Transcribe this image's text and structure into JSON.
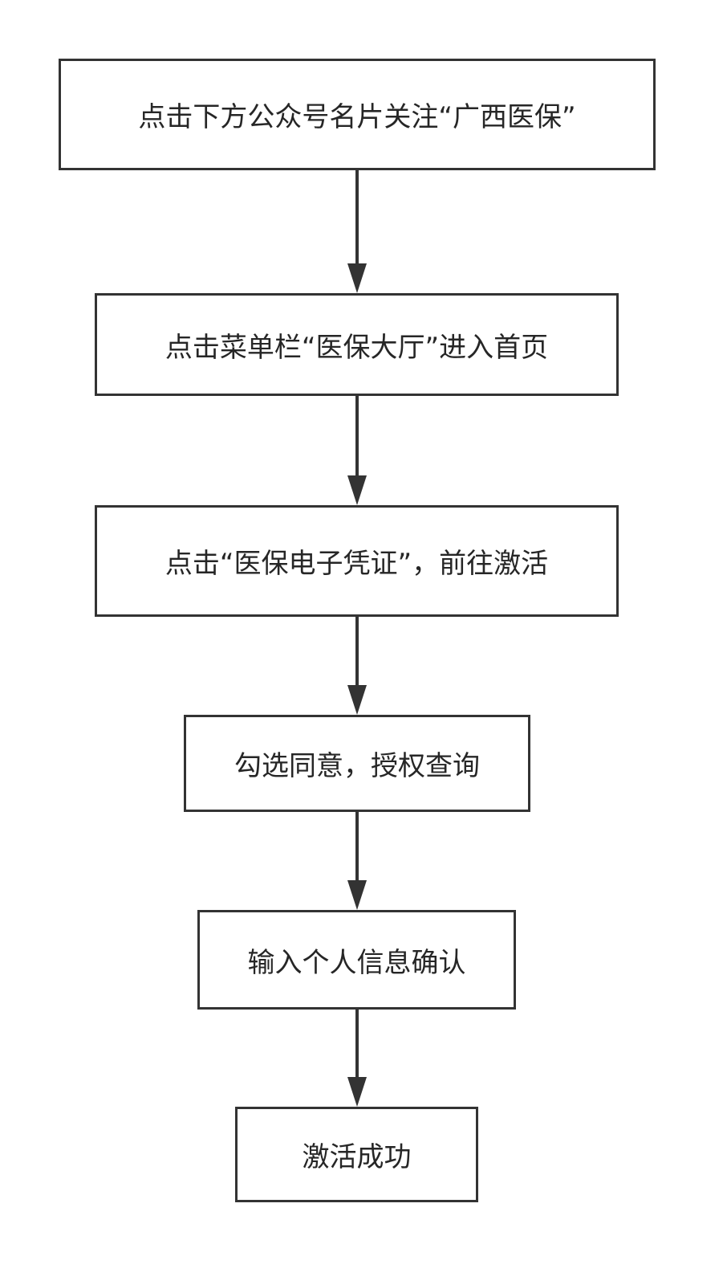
{
  "steps": [
    {
      "label": "点击下方公众号名片关注“广西医保”"
    },
    {
      "label": "点击菜单栏“医保大厅”进入首页"
    },
    {
      "label": "点击“医保电子凭证”，前往激活"
    },
    {
      "label": "勾选同意，授权查询"
    },
    {
      "label": "输入个人信息确认"
    },
    {
      "label": "激活成功"
    }
  ],
  "colors": {
    "stroke": "#333333",
    "text": "#262626",
    "background": "#ffffff"
  }
}
